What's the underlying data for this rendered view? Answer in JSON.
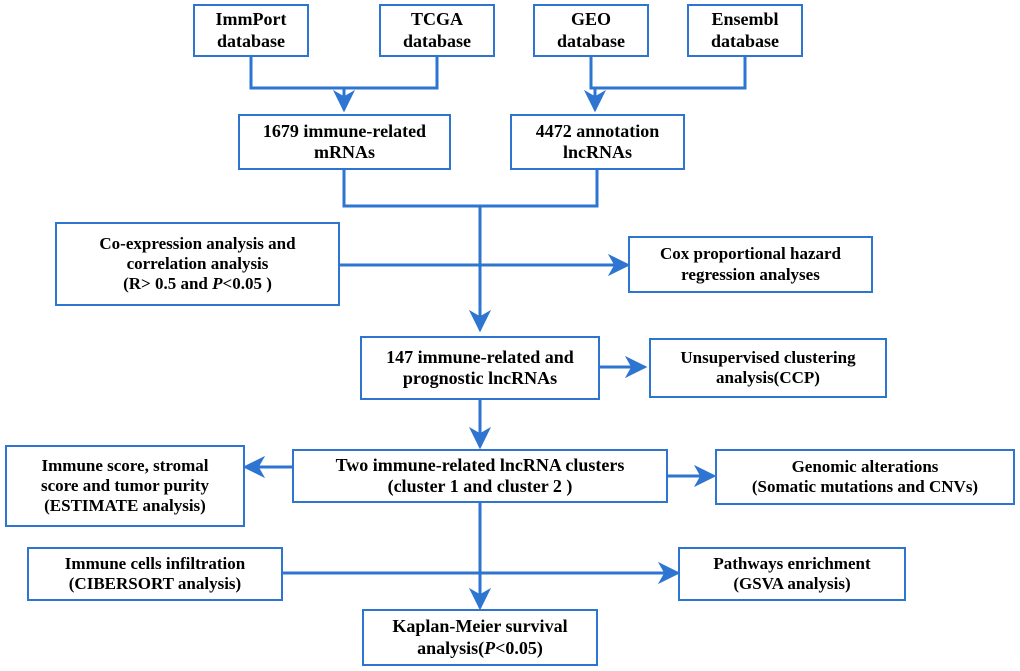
{
  "theme": {
    "line_color": "#2E75D1",
    "border_color": "#2E75D1",
    "text_color": "#000000",
    "background": "#FFFFFF"
  },
  "diagram": {
    "type": "flowchart",
    "title": "Immune-related lncRNA analysis workflow",
    "nodes": [
      {
        "id": "immport",
        "line1": "ImmPort",
        "line2": "database"
      },
      {
        "id": "tcga",
        "line1": "TCGA",
        "line2": "database"
      },
      {
        "id": "geo",
        "line1": "GEO",
        "line2": "database"
      },
      {
        "id": "ensembl",
        "line1": "Ensembl",
        "line2": "database"
      },
      {
        "id": "mrnas",
        "line1": "1679 immune-related",
        "line2": "mRNAs"
      },
      {
        "id": "lncrnas",
        "line1": "4472 annotation",
        "line2": "lncRNAs"
      },
      {
        "id": "coexpr",
        "line1": "Co-expression analysis and",
        "line2": "correlation analysis",
        "line3a": "(R> 0.5 and ",
        "line3b": "P",
        "line3c": "<0.05 )"
      },
      {
        "id": "cox",
        "line1": "Cox proportional hazard",
        "line2": "regression analyses"
      },
      {
        "id": "prognostic",
        "line1": "147 immune-related and",
        "line2": "prognostic lncRNAs"
      },
      {
        "id": "ccp",
        "line1": "Unsupervised clustering",
        "line2": "analysis(CCP)"
      },
      {
        "id": "estimate",
        "line1": "Immune score, stromal",
        "line2": "score and tumor purity",
        "line3": "(ESTIMATE analysis)"
      },
      {
        "id": "clusters",
        "line1": "Two immune-related lncRNA clusters",
        "line2": "(cluster 1 and cluster 2 )"
      },
      {
        "id": "genomic",
        "line1": "Genomic alterations",
        "line2": "(Somatic mutations and CNVs)"
      },
      {
        "id": "cibersort",
        "line1": "Immune cells infiltration",
        "line2": "(CIBERSORT analysis)"
      },
      {
        "id": "gsva",
        "line1": "Pathways enrichment",
        "line2": "(GSVA analysis)"
      },
      {
        "id": "km",
        "line1": "Kaplan-Meier survival",
        "line2a": "analysis(",
        "line2b": "P",
        "line2c": "<0.05)"
      }
    ],
    "edges": [
      {
        "from": "immport",
        "to": "mrnas",
        "style": "elbow-merge"
      },
      {
        "from": "tcga",
        "to": "mrnas",
        "style": "elbow-merge"
      },
      {
        "from": "geo",
        "to": "lncrnas",
        "style": "elbow-merge"
      },
      {
        "from": "ensembl",
        "to": "lncrnas",
        "style": "elbow-merge"
      },
      {
        "from": "mrnas",
        "to": "prognostic",
        "style": "elbow-merge"
      },
      {
        "from": "lncrnas",
        "to": "prognostic",
        "style": "elbow-merge"
      },
      {
        "from": "coexpr",
        "to": "cox",
        "style": "double-arrow"
      },
      {
        "from": "prognostic",
        "to": "ccp",
        "style": "arrow-right"
      },
      {
        "from": "prognostic",
        "to": "clusters",
        "style": "arrow-down"
      },
      {
        "from": "clusters",
        "to": "estimate",
        "style": "arrow-left"
      },
      {
        "from": "clusters",
        "to": "genomic",
        "style": "arrow-right"
      },
      {
        "from": "cibersort",
        "to": "gsva",
        "style": "double-arrow"
      },
      {
        "from": "clusters",
        "to": "km",
        "style": "arrow-down"
      }
    ]
  }
}
